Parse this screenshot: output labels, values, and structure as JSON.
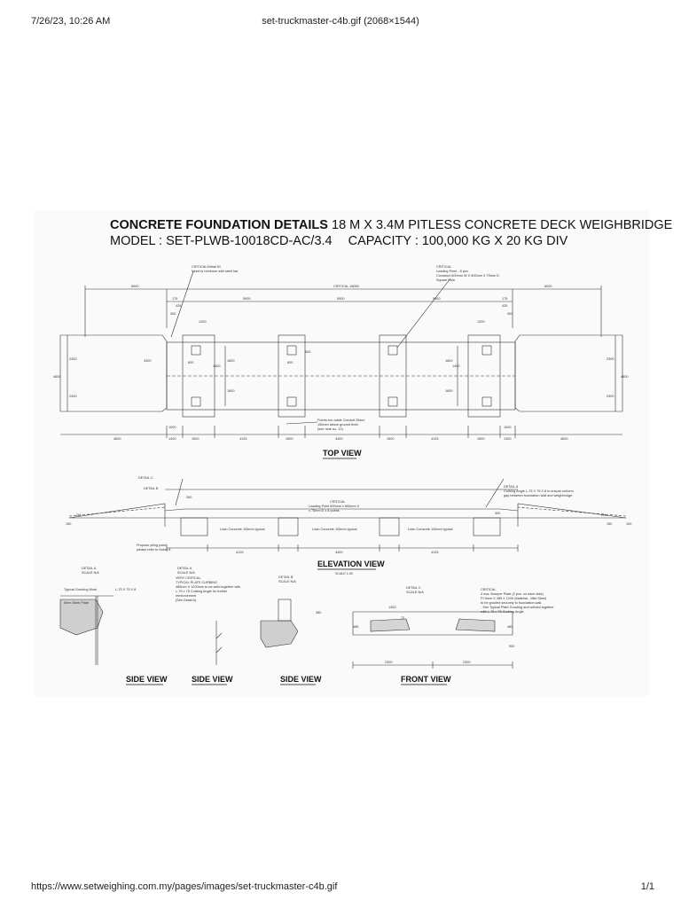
{
  "browser_header": {
    "datetime": "7/26/23, 10:26 AM",
    "doc_title": "set-truckmaster-c4b.gif (2068×1544)"
  },
  "browser_footer": {
    "url": "https://www.setweighing.com.my/pages/images/set-truckmaster-c4b.gif",
    "page": "1/1"
  },
  "drawing": {
    "title_bold": "CONCRETE FOUNDATION DETAILS",
    "title_rest": "18 M X 3.4M PITLESS CONCRETE DECK WEIGHBRIDGE",
    "model": "MODEL : SET-PLWB-10018CD-AC/3.4",
    "capacity": "CAPACITY : 100,000 KG X 20 KG DIV",
    "views": {
      "top": "TOP VIEW",
      "elevation": "ELEVATION VIEW",
      "elevation_scale": "SCALE 1:30",
      "side1": "SIDE VIEW",
      "side2": "SIDE VIEW",
      "side3": "SIDE VIEW",
      "front": "FRONT VIEW"
    },
    "notes": {
      "critical_detail_b": "CRITICAL/Detail B!",
      "reinforce": "Need to reinforce with steel bar",
      "critical_loading": "CRITICAL",
      "loading_point": "Loading Point - 8 pcs.",
      "construct": "Construct 600mm W X 600mm X 75mm D",
      "square_hole": "Square Hole.",
      "critical_total": "CRITICAL 18050",
      "conduit1": "Pointo-run cable Conduit 25mm",
      "conduit2": "150mm above ground level",
      "conduit3": "(see note no. 12)",
      "detail_c": "DETAIL C",
      "detail_b": "DETAIL B",
      "detail_a": "DETAIL A",
      "curbing": "Curbing Angle L-75 X 75 X 8 to ensure uniform",
      "curbing2": "gap between foundation wall and weighbridge",
      "gl": "G.L.",
      "critical_elev": "CRITICAL",
      "loading_elev": "Loading Point 600mm x 600mm X",
      "loading_elev2": "x 75mm D x 8 points",
      "lean1": "Lean Concrete 100mm typical",
      "lean2": "Lean Concrete 100mm typical",
      "lean3": "Lean Concrete 100mm typical",
      "piling": "Propose piling point,",
      "piling2": "please refer to Notes 8",
      "sideA_title": "DETAIL A",
      "sideA_scale": "SCALE N/A",
      "grouting": "Typical Grouting Work",
      "angle": "L-75 X 75 X 8",
      "steel_plate": "5mm Steel Plate",
      "detA2_title": "DETAIL A",
      "detA2_scale": "SCALE N/A",
      "very_critical": "VERY CRITICAL",
      "typ_curbing": "TYPICAL PLATE CURBING",
      "typ_curbing2": "485mm X 1200mm to be weld together with",
      "typ_curbing3": "L-75 x 75 Curbing Angle for further",
      "typ_curbing4": "reinforcement",
      "typ_curbing5": "(See Detail A)",
      "detB_title": "DETAIL B",
      "detB_scale": "SCALE N/A",
      "detC_title": "DETAIL C",
      "detC_scale": "SCALE N/A",
      "critical_front": "CRITICAL",
      "bumper1": "4 nos. Bumper Plate (2 pcs. on each side)",
      "bumper2": "PI.9mm X 485 X 1200 (Material - Mild Steel)",
      "bumper3": "to be grouted securely to foundation wall.",
      "bumper4": "- See Typical Plate Grouting and welded together",
      "bumper5": "with L-75 x 75 Curbing Angle."
    },
    "dims": {
      "d6000a": "6000",
      "d6000b": "6000",
      "d175a": "175",
      "d175b": "175",
      "d425a": "425",
      "d425b": "425",
      "d300a": "300",
      "d300b": "300",
      "d1200a": "1200",
      "d1200b": "1200",
      "d5900a": "5900",
      "d5900b": "5900",
      "d5900c": "5900",
      "d2300a": "2300",
      "d2300b": "2300",
      "d2300c": "2300",
      "d2300d": "2300",
      "d4600a": "4600",
      "d4600b": "4600",
      "d1800a": "1800",
      "d1800b": "1800",
      "d1800c": "1800",
      "d1800d": "1800",
      "d1400a": "1400",
      "d1400b": "1400",
      "d600a": "600",
      "d600b": "600",
      "d600c": "600",
      "d3400a": "3400",
      "d1000a": "1000",
      "d1000b": "1000",
      "d4500a": "4500",
      "d4500b": "4500",
      "d1300a": "1300",
      "d1300b": "1300",
      "d1500a": "1500",
      "d1500b": "1500",
      "d1500c": "1500",
      "d1500d": "1500",
      "d4125a": "4125",
      "d4125b": "4125",
      "d4125c": "4125",
      "d4125d": "4125",
      "d4400a": "4400",
      "d4400b": "4400",
      "d380": "380",
      "d150a": "150",
      "d150b": "150",
      "d100a": "100",
      "d1300c": "1300",
      "d72": "72",
      "d485a": "485",
      "d485b": "485",
      "d2300e": "2300",
      "d2300f": "2300",
      "d900": "900",
      "d300c": "300",
      "d300d": "300"
    }
  }
}
